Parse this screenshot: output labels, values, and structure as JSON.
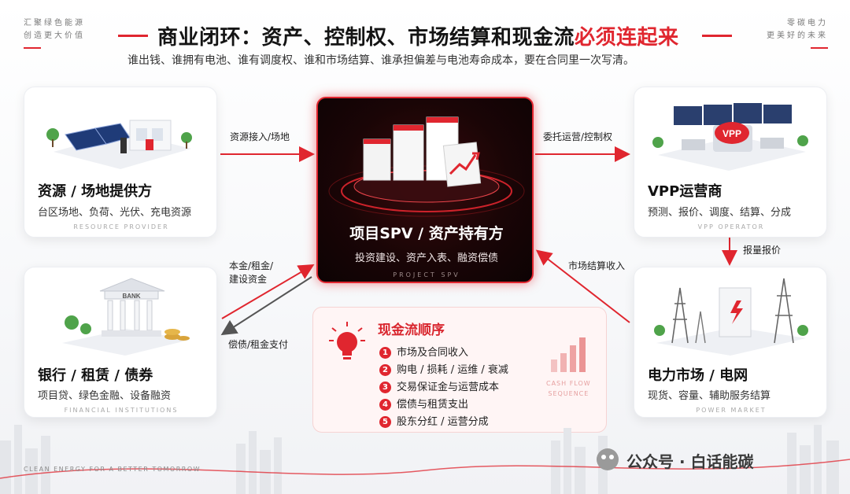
{
  "header": {
    "corner_left": [
      "汇聚绿色能源",
      "创造更大价值"
    ],
    "corner_right": [
      "零碳电力",
      "更美好的未来"
    ],
    "title_main": "商业闭环：资产、控制权、市场结算和现金流",
    "title_highlight": "必须连起来",
    "subtitle": "谁出钱、谁拥有电池、谁有调度权、谁和市场结算、谁承担偏差与电池寿命成本，要在合同里一次写清。"
  },
  "cards": {
    "resource": {
      "title": "资源 / 场地提供方",
      "desc": "台区场地、负荷、光伏、充电资源",
      "en": "RESOURCE PROVIDER"
    },
    "vpp": {
      "title": "VPP运营商",
      "desc": "预测、报价、调度、结算、分成",
      "en": "VPP OPERATOR",
      "badge": "VPP"
    },
    "finance": {
      "title": "银行 / 租赁 / 债券",
      "desc": "项目贷、绿色金融、设备融资",
      "en": "FINANCIAL INSTITUTIONS",
      "bank_sign": "BANK"
    },
    "market": {
      "title": "电力市场 / 电网",
      "desc": "现货、容量、辅助服务结算",
      "en": "POWER MARKET"
    },
    "spv": {
      "title": "项目SPV / 资产持有方",
      "desc": "投资建设、资产入表、融资偿债",
      "en": "PROJECT SPV"
    }
  },
  "flows": {
    "resource_to_spv": "资源接入/场地",
    "spv_to_vpp": "委托运营/控制权",
    "vpp_to_market": "报量报价",
    "market_to_spv": "市场结算收入",
    "finance_to_spv": [
      "本金/租金/",
      "建设资金"
    ],
    "spv_to_finance": "偿债/租金支付"
  },
  "cashflow": {
    "title": "现金流顺序",
    "items": [
      {
        "num": "1",
        "text": "市场及合同收入"
      },
      {
        "num": "2",
        "text": "购电 / 损耗 / 运维 / 衰减"
      },
      {
        "num": "3",
        "text": "交易保证金与运营成本"
      },
      {
        "num": "4",
        "text": "偿债与租赁支出"
      },
      {
        "num": "5",
        "text": "股东分红 / 运营分成"
      }
    ],
    "en": [
      "CASH FLOW",
      "SEQUENCE"
    ]
  },
  "footer": {
    "en_left": "CLEAN ENERGY FOR A BETTER TOMORROW",
    "watermark": "公众号 · 白话能碳"
  },
  "colors": {
    "accent": "#e0262f",
    "dark": "#141414"
  }
}
